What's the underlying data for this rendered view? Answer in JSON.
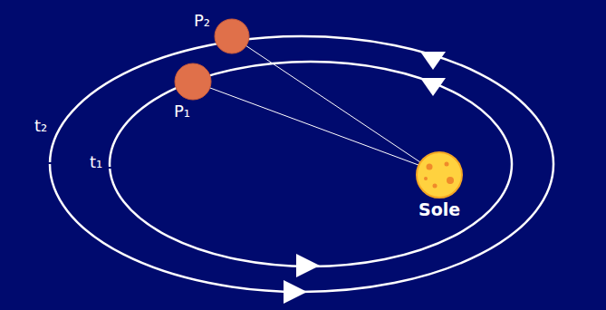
{
  "diagram": {
    "labels": [
      "P₂",
      "P₁",
      "t₂",
      "t₁",
      "Sole"
    ]
  }
}
